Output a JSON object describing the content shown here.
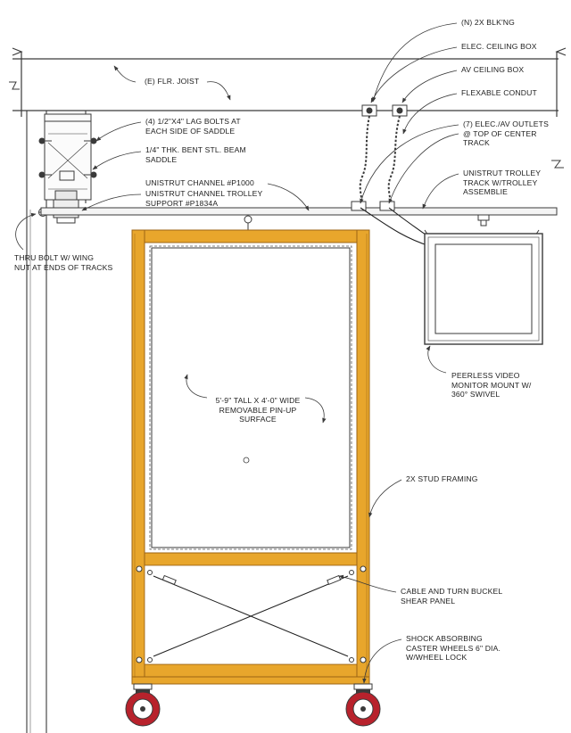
{
  "colors": {
    "frame_wood": "#E8A62C",
    "frame_edge": "#9C6414",
    "line": "#3a3a3a",
    "wheel_red": "#B8222C",
    "background": "#ffffff"
  },
  "labels": {
    "blocking": "(N) 2X BLK'NG",
    "elec_box": "ELEC. CEILING BOX",
    "av_box": "AV CEILING BOX",
    "conduit": "FLEXABLE CONDUT",
    "floor_joist": "(E) FLR. JOIST",
    "lag_bolts": "(4) 1/2\"X4\" LAG BOLTS AT\nEACH SIDE OF SADDLE",
    "outlets": "(7) ELEC./AV OUTLETS\n@ TOP OF CENTER\nTRACK",
    "saddle": "1/4\" THK. BENT STL. BEAM\nSADDLE",
    "channel": "UNISTRUT CHANNEL #P1000",
    "trolley_track": "UNISTRUT TROLLEY\nTRACK W/TROLLEY\nASSEMBLIE",
    "trolley_support": "UNISTRUT CHANNEL TROLLEY\nSUPPORT #P1834A",
    "thru_bolt": "THRU BOLT W/ WING\nNUT AT ENDS OF TRACKS",
    "monitor_mount": "PEERLESS VIDEO\nMONITOR MOUNT W/\n360° SWIVEL",
    "pinup": "5'-9\" TALL X 4'-0\" WIDE\nREMOVABLE PIN-UP\nSURFACE",
    "stud_framing": "2X STUD FRAMING",
    "cable": "CABLE AND TURN BUCKEL\nSHEAR PANEL",
    "casters": "SHOCK ABSORBING\nCASTER WHEELS 6\" DIA.\nW/WHEEL LOCK"
  }
}
